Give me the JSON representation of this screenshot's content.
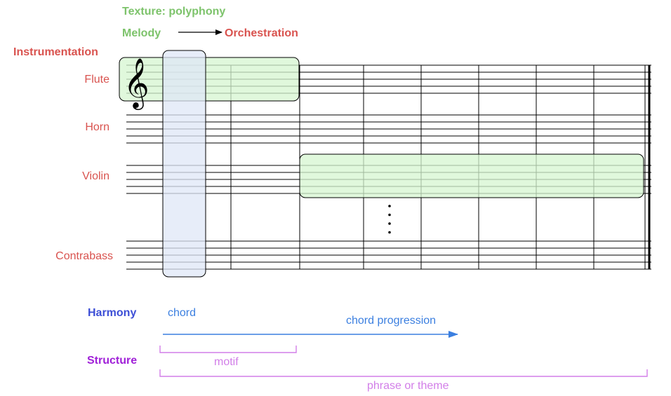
{
  "header": {
    "texture": "Texture: polyphony",
    "melody": "Melody",
    "orchestration": "Orchestration",
    "instrumentation": "Instrumentation"
  },
  "instruments": [
    "Flute",
    "Horn",
    "Violin",
    "Contrabass"
  ],
  "clef_glyph": "𝄞",
  "ellipsis_dots": 4,
  "harmony": {
    "heading": "Harmony",
    "chord": "chord",
    "progression": "chord progression"
  },
  "structure": {
    "heading": "Structure",
    "motif": "motif",
    "phrase": "phrase or theme"
  },
  "colors": {
    "label_red": "#d9534f",
    "green_text": "#7dc36b",
    "green_fill": "#d5f5d0",
    "blue_fill": "#dfe7f7",
    "harmony_blue": "#3d4fd6",
    "chord_blue": "#3b7fe0",
    "purple_head": "#a020d8",
    "purple_light": "#d27ee8",
    "ink": "#000000"
  }
}
